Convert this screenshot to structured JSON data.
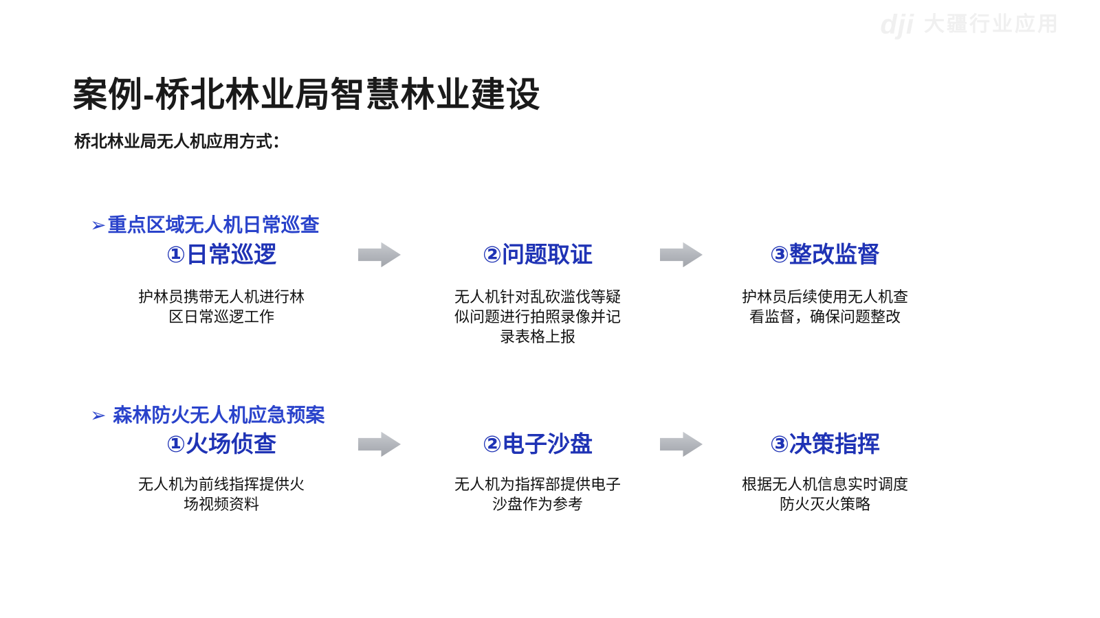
{
  "title": "案例-桥北林业局智慧林业建设",
  "subtitle": "桥北林业局无人机应用方式：",
  "watermark": {
    "logo": "dji",
    "text": "大疆行业应用",
    "color": "#f0f0f0"
  },
  "colors": {
    "step_blue": "#1f33b5",
    "header_blue": "#2a43cb",
    "arrow_gray_top": "#c8cbd0",
    "arrow_gray_bottom": "#a0a3a9",
    "text_black": "#1a1a1a"
  },
  "sections": [
    {
      "bullet": "➢",
      "header": "重点区域无人机日常巡查",
      "steps": [
        {
          "title": "①日常巡逻",
          "desc": "护林员携带无人机进行林区日常巡逻工作"
        },
        {
          "title": "②问题取证",
          "desc": "无人机针对乱砍滥伐等疑似问题进行拍照录像并记录表格上报"
        },
        {
          "title": "③整改监督",
          "desc": "护林员后续使用无人机查看监督，确保问题整改"
        }
      ]
    },
    {
      "bullet": "➢",
      "header": " 森林防火无人机应急预案",
      "steps": [
        {
          "title": "①火场侦查",
          "desc": "无人机为前线指挥提供火场视频资料"
        },
        {
          "title": "②电子沙盘",
          "desc": "无人机为指挥部提供电子沙盘作为参考"
        },
        {
          "title": "③决策指挥",
          "desc": "根据无人机信息实时调度防火灭火策略"
        }
      ]
    }
  ]
}
